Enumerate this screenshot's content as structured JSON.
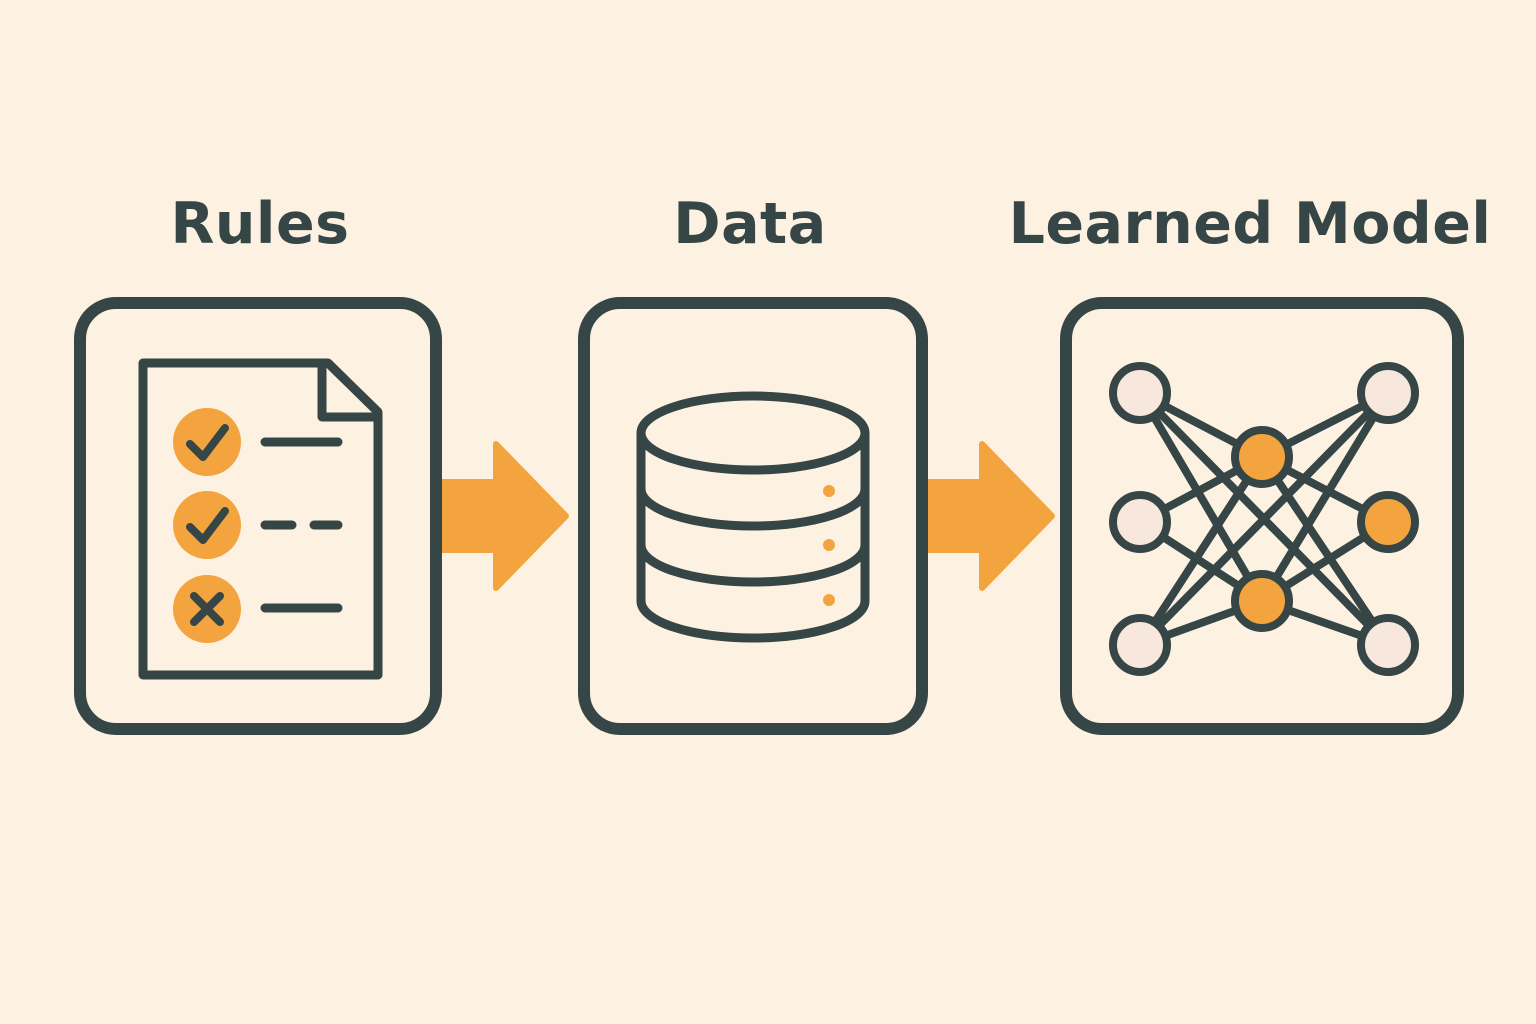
{
  "stages": [
    {
      "label": "Rules",
      "icon": "checklist-document-icon"
    },
    {
      "label": "Data",
      "icon": "database-icon"
    },
    {
      "label": "Learned Model",
      "icon": "neural-network-icon"
    }
  ],
  "colors": {
    "background": "#fdf2e2",
    "stroke": "#364545",
    "accent": "#f3a43f",
    "node_fill": "#f7e7dc"
  }
}
